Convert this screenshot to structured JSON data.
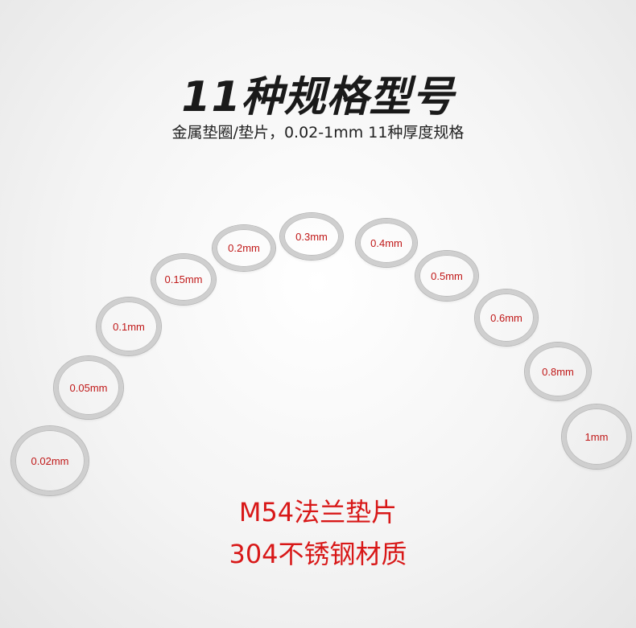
{
  "title": "11种规格型号",
  "subtitle": "金属垫圈/垫片，0.02-1mm 11种厚度规格",
  "washers": [
    {
      "label": "0.02mm"
    },
    {
      "label": "0.05mm"
    },
    {
      "label": "0.1mm"
    },
    {
      "label": "0.15mm"
    },
    {
      "label": "0.2mm"
    },
    {
      "label": "0.3mm"
    },
    {
      "label": "0.4mm"
    },
    {
      "label": "0.5mm"
    },
    {
      "label": "0.6mm"
    },
    {
      "label": "0.8mm"
    },
    {
      "label": "1mm"
    }
  ],
  "product_line1": "M54法兰垫片",
  "product_line2": "304不锈钢材质"
}
